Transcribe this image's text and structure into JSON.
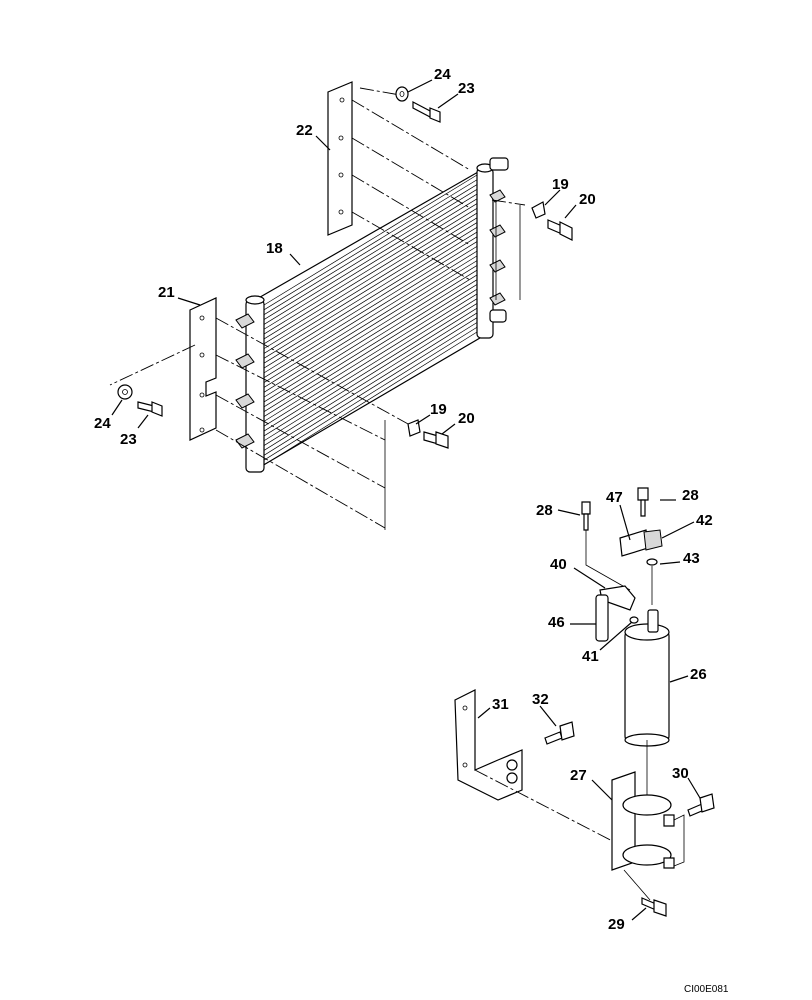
{
  "drawing_code": "CI00E081",
  "callouts": {
    "c18": "18",
    "c19a": "19",
    "c19b": "19",
    "c20a": "20",
    "c20b": "20",
    "c21": "21",
    "c22": "22",
    "c23a": "23",
    "c23b": "23",
    "c24a": "24",
    "c24b": "24",
    "c26": "26",
    "c27": "27",
    "c28a": "28",
    "c28b": "28",
    "c29": "29",
    "c30": "30",
    "c31": "31",
    "c32": "32",
    "c40": "40",
    "c41": "41",
    "c42": "42",
    "c43": "43",
    "c46": "46",
    "c47": "47"
  }
}
